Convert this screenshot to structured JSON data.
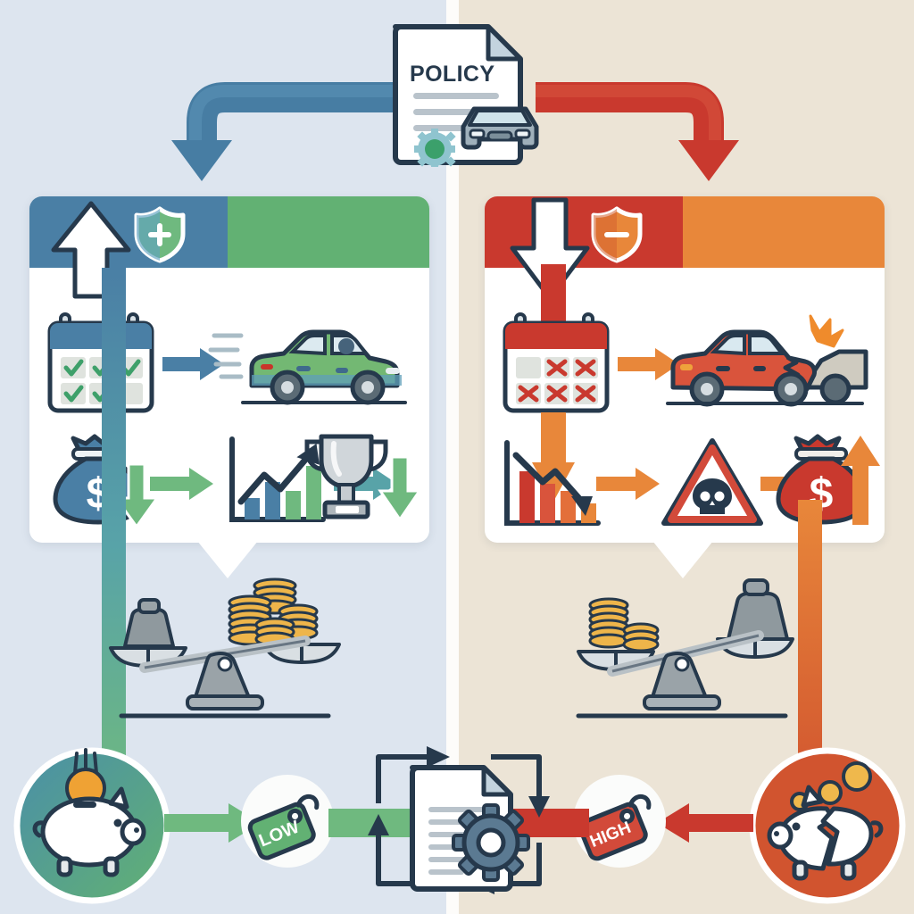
{
  "meta": {
    "title": "Car Insurance Policy Outcome Comparison",
    "type": "comparison-infographic"
  },
  "colors": {
    "bg_left": "#dde5ef",
    "bg_right": "#ece4d6",
    "divider": "#fdfcfa",
    "blue": "#4a7fa5",
    "blue_dark": "#2d5b7d",
    "green": "#62b173",
    "teal": "#4f9c9f",
    "red": "#c9392e",
    "red_bright": "#d24a3a",
    "orange": "#e8873a",
    "navy": "#26394c",
    "gold": "#eeb54a",
    "grey": "#9aa3a8",
    "panel_white": "#ffffff"
  },
  "policy_doc": {
    "name": "policy-document",
    "title": "POLICY",
    "line_count": 3,
    "seal_icon": "gear-seal-icon",
    "vehicle_icon": "car-front-icon"
  },
  "connectors": {
    "top_left_arrow": {
      "name": "policy-to-good-arrow",
      "color": "#4a7fa5",
      "direction": "left-then-down"
    },
    "top_right_arrow": {
      "name": "policy-to-bad-arrow",
      "color": "#c9392e",
      "direction": "right-then-down"
    },
    "left_stem": {
      "name": "good-outcome-stem",
      "from": "#4f9c9f",
      "to": "#62b173"
    },
    "right_stem": {
      "name": "bad-outcome-stem",
      "from": "#e8873a",
      "to": "#d1542f"
    }
  },
  "left_panel": {
    "name": "safe-driver-panel",
    "header": {
      "accent_color": "#4a7fa5",
      "secondary_color": "#62b173",
      "arrow_icon": "arrow-up-icon",
      "shield_icon": "shield-plus-icon",
      "shield_symbol": "+"
    },
    "row1": {
      "calendar": {
        "name": "calendar-clean-record",
        "header_color": "#4a7fa5",
        "marks": [
          "check",
          "check",
          "check",
          "check",
          "check",
          "blank"
        ],
        "mark_color": "#3ea06a"
      },
      "arrow": {
        "name": "arrow-right-blue",
        "color": "#4a7fa5"
      },
      "vehicle": {
        "name": "car-intact-icon",
        "color": "#6aaf6d",
        "state": "intact",
        "speed_lines": 4
      }
    },
    "row2": {
      "moneybag": {
        "name": "money-bag-icon",
        "color": "#4a7fa5",
        "symbol": "$",
        "trend_icon": "arrow-down-icon",
        "trend_color": "#62b173"
      },
      "arrow1": {
        "name": "arrow-right-green",
        "color": "#6fb97f"
      },
      "chart": {
        "name": "chart-rising-icon",
        "trend": "up",
        "bar_colors": [
          "#4a7fa5",
          "#4a7fa5",
          "#62b173",
          "#62b173"
        ],
        "bar_heights": [
          30,
          55,
          40,
          78
        ]
      },
      "arrow2": {
        "name": "arrow-right-teal",
        "color": "#58a3a8"
      },
      "reward": {
        "name": "trophy-icon",
        "color": "#b6bec3",
        "trend_icon": "arrow-down-icon",
        "trend_color": "#62b173"
      }
    },
    "scale": {
      "name": "balance-scale-favorable",
      "tilt": "left-down",
      "left_pan": {
        "name": "weight-block-icon",
        "label": "risk weight"
      },
      "right_pan": {
        "name": "coin-stacks-icon",
        "stacks": 3,
        "size": "large"
      }
    },
    "outcome": {
      "name": "intact-piggy-bank-badge",
      "circle_from": "#4a8fa8",
      "circle_to": "#62b173",
      "piggy_state": "intact",
      "coin_icon": "gold-coin-icon",
      "arrow": {
        "name": "arrow-right-green",
        "color": "#6fb97f"
      },
      "price_tag": {
        "name": "price-tag-low",
        "text": "LOW",
        "color": "#62b173",
        "rotation": -22
      }
    }
  },
  "right_panel": {
    "name": "risky-driver-panel",
    "header": {
      "accent_color": "#c9392e",
      "secondary_color": "#e8873a",
      "arrow_icon": "arrow-down-icon",
      "shield_icon": "shield-minus-icon",
      "shield_symbol": "−"
    },
    "row1": {
      "calendar": {
        "name": "calendar-claims-record",
        "header_color": "#c9392e",
        "marks": [
          "blank",
          "cross",
          "cross",
          "cross",
          "cross",
          "cross"
        ],
        "mark_color": "#c9392e"
      },
      "arrow": {
        "name": "arrow-right-orange",
        "color": "#e8873a"
      },
      "vehicle": {
        "name": "car-crashed-icon",
        "color": "#d9543c",
        "state": "crashed",
        "impact_icon": "collision-burst-icon",
        "impact_color": "#e8873a"
      }
    },
    "row2": {
      "chart": {
        "name": "chart-falling-icon",
        "trend": "down",
        "bar_colors": [
          "#c9392e",
          "#d9543c",
          "#e36f3a",
          "#e8873a"
        ],
        "bar_heights": [
          72,
          52,
          40,
          24
        ]
      },
      "arrow1": {
        "name": "arrow-right-orange",
        "color": "#e8873a"
      },
      "hazard": {
        "name": "warning-skull-icon",
        "color": "#d24a3a",
        "symbol": "skull"
      },
      "arrow2": {
        "name": "arrow-right-orange",
        "color": "#e8873a"
      },
      "moneybag": {
        "name": "money-bag-icon",
        "color": "#c9392e",
        "symbol": "$",
        "trend_icon": "arrow-up-icon",
        "trend_color": "#e8873a"
      }
    },
    "scale": {
      "name": "balance-scale-unfavorable",
      "tilt": "left-down",
      "left_pan": {
        "name": "coin-stacks-icon",
        "stacks": 2,
        "size": "small"
      },
      "right_pan": {
        "name": "weight-block-icon",
        "label": "risk weight"
      }
    },
    "outcome": {
      "name": "broken-piggy-bank-badge",
      "circle_color": "#d1542f",
      "piggy_state": "broken",
      "coin_icon": "gold-coin-icon",
      "coin_count": 3,
      "arrow": {
        "name": "arrow-left-red",
        "color": "#c9392e"
      },
      "price_tag": {
        "name": "price-tag-high",
        "text": "HIGH",
        "color": "#d24a3a",
        "rotation": -22
      }
    }
  },
  "center_bottom": {
    "name": "policy-recalculation-cycle",
    "document": {
      "name": "document-gear-icon",
      "line_count": 6,
      "gear_icon": "gear-icon",
      "gear_color": "#5b7a92"
    },
    "loop": {
      "name": "recalculation-loop-arrows",
      "color": "#26394c",
      "arrow_count": 4
    },
    "inflow_left": {
      "name": "low-premium-inflow",
      "color": "#62b173"
    },
    "inflow_right": {
      "name": "high-premium-inflow",
      "color": "#c9392e"
    }
  }
}
